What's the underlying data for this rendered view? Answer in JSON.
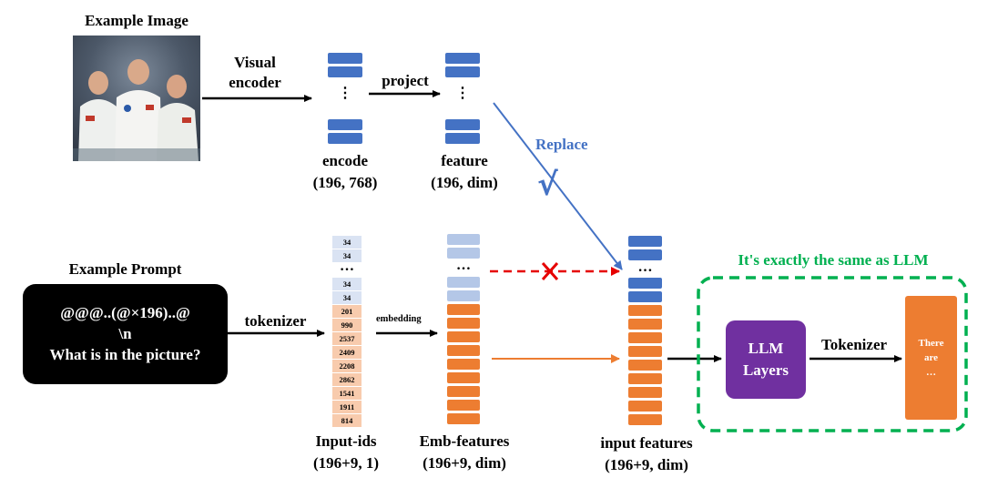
{
  "colors": {
    "blue": "#4472c4",
    "light_blue": "#b4c7e7",
    "orange": "#ed7d31",
    "light_orange": "#f8cbad",
    "token_blue_bg": "#dae3f3",
    "purple": "#7030a0",
    "green": "#00b050",
    "replace_blue": "#4472c4",
    "red": "#e60000"
  },
  "image_section": {
    "title": "Example Image",
    "arrow_label": "Visual\nencoder"
  },
  "encode": {
    "dots": "⋮",
    "label": "encode",
    "shape": "(196, 768)"
  },
  "project_label": "project",
  "feature": {
    "dots": "⋮",
    "label": "feature",
    "shape": "(196, dim)"
  },
  "replace": {
    "label": "Replace",
    "mark": "√"
  },
  "prompt": {
    "title": "Example Prompt",
    "line1": "@@@..(@×196)..@",
    "line2": "\\n",
    "line3": "What is in the picture?"
  },
  "tokenizer_label": "tokenizer",
  "input_ids": {
    "top_tokens": [
      "34",
      "34"
    ],
    "dots": "…",
    "mid_tokens": [
      "34",
      "34"
    ],
    "text_tokens": [
      "201",
      "990",
      "2537",
      "2409",
      "2208",
      "2862",
      "1541",
      "1911",
      "814"
    ],
    "label": "Input-ids",
    "shape": "(196+9, 1)"
  },
  "embedding_label": "embedding",
  "emb_features": {
    "dots": "…",
    "label": "Emb-features",
    "shape": "(196+9, dim)"
  },
  "input_features": {
    "dots": "…",
    "label": "input features",
    "shape": "(196+9, dim)"
  },
  "llm_box": {
    "caption": "It's exactly the same as LLM",
    "layers_label": "LLM\nLayers",
    "tokenizer_label": "Tokenizer",
    "output_text": "There\nare\n…"
  }
}
